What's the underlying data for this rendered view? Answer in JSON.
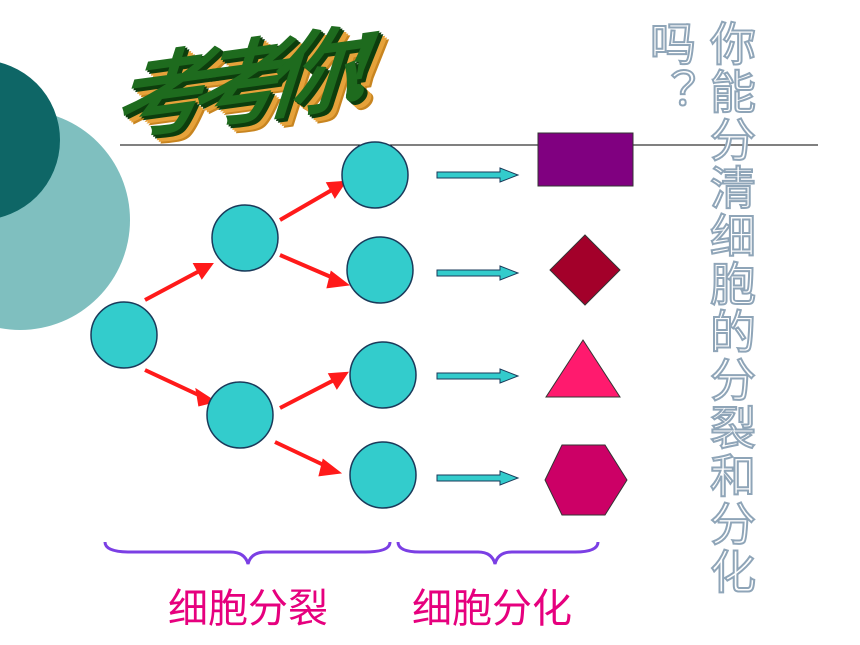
{
  "title": "考考你!",
  "side_question": "你能分清细胞的分裂和分化吗？",
  "labels": {
    "division": "细胞分裂",
    "differentiation": "细胞分化"
  },
  "colors": {
    "cell_fill": "#33cccc",
    "cell_stroke": "#1a3a5a",
    "arrow_red": "#ff1a1a",
    "arrow_teal": "#33cccc",
    "brace": "#7b3fe4",
    "label": "#e6007e",
    "square": "#800080",
    "diamond": "#a3002a",
    "triangle": "#ff1a6e",
    "hexagon": "#cc0066",
    "deco_dark": "#0e6666",
    "deco_light": "#7fbfbf"
  },
  "shapes": [
    "square",
    "diamond",
    "triangle",
    "hexagon"
  ]
}
